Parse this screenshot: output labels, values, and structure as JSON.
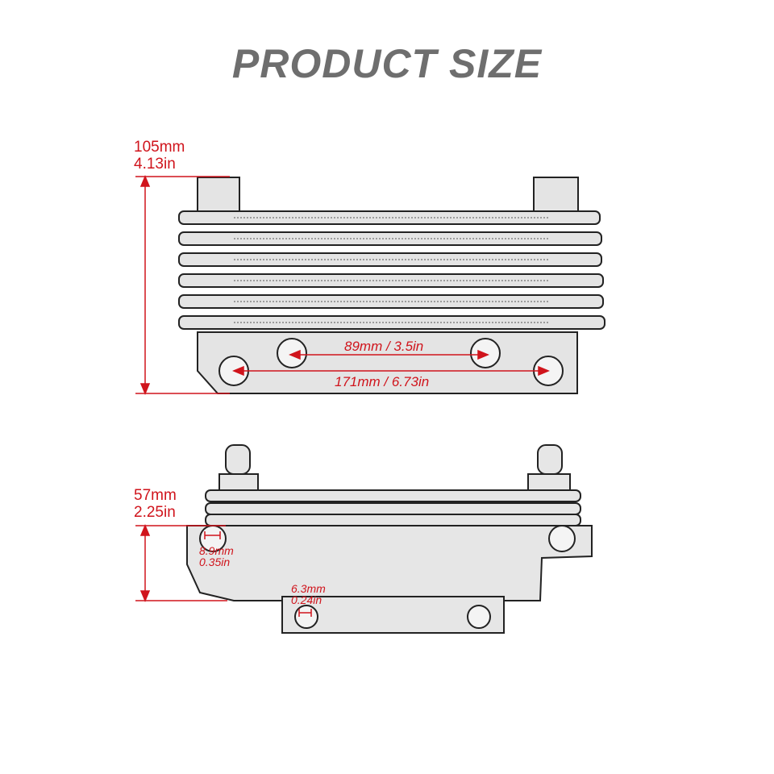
{
  "title": "PRODUCT SIZE",
  "accent_color": "#d0141c",
  "top_view": {
    "height_mm": "105mm",
    "height_in": "4.13in",
    "inner_span": "89mm / 3.5in",
    "outer_span": "171mm / 6.73in"
  },
  "side_view": {
    "height_mm": "57mm",
    "height_in": "2.25in",
    "port_mm": "8.9mm",
    "port_in": "0.35in",
    "hole_mm": "6.3mm",
    "hole_in": "0.24in"
  }
}
